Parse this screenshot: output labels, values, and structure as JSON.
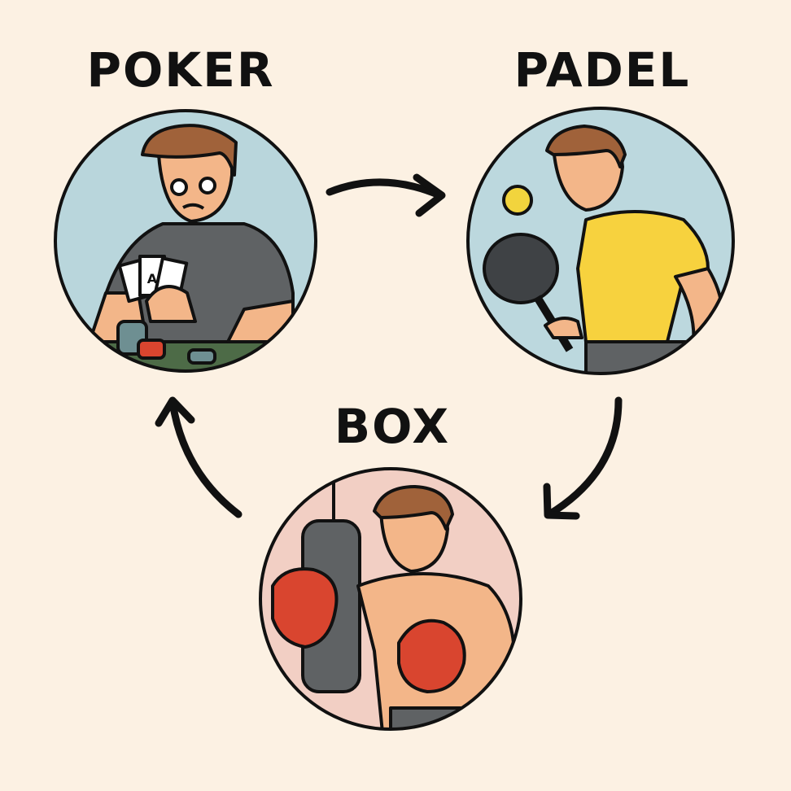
{
  "labels": {
    "poker": "POKER",
    "padel": "PADEL",
    "box": "BOX"
  },
  "card_letter": "A",
  "colors": {
    "background": "#fcf1e3",
    "poker_bg": "#b9d6dc",
    "padel_bg": "#bcd8de",
    "box_bg": "#f2cfc4",
    "skin": "#f3b689",
    "hair": "#a0623a",
    "poker_shirt": "#5f6264",
    "padel_shirt": "#f7d23e",
    "glove": "#d9452f",
    "table": "#4d6b47"
  },
  "cycle": [
    "POKER",
    "PADEL",
    "BOX"
  ]
}
